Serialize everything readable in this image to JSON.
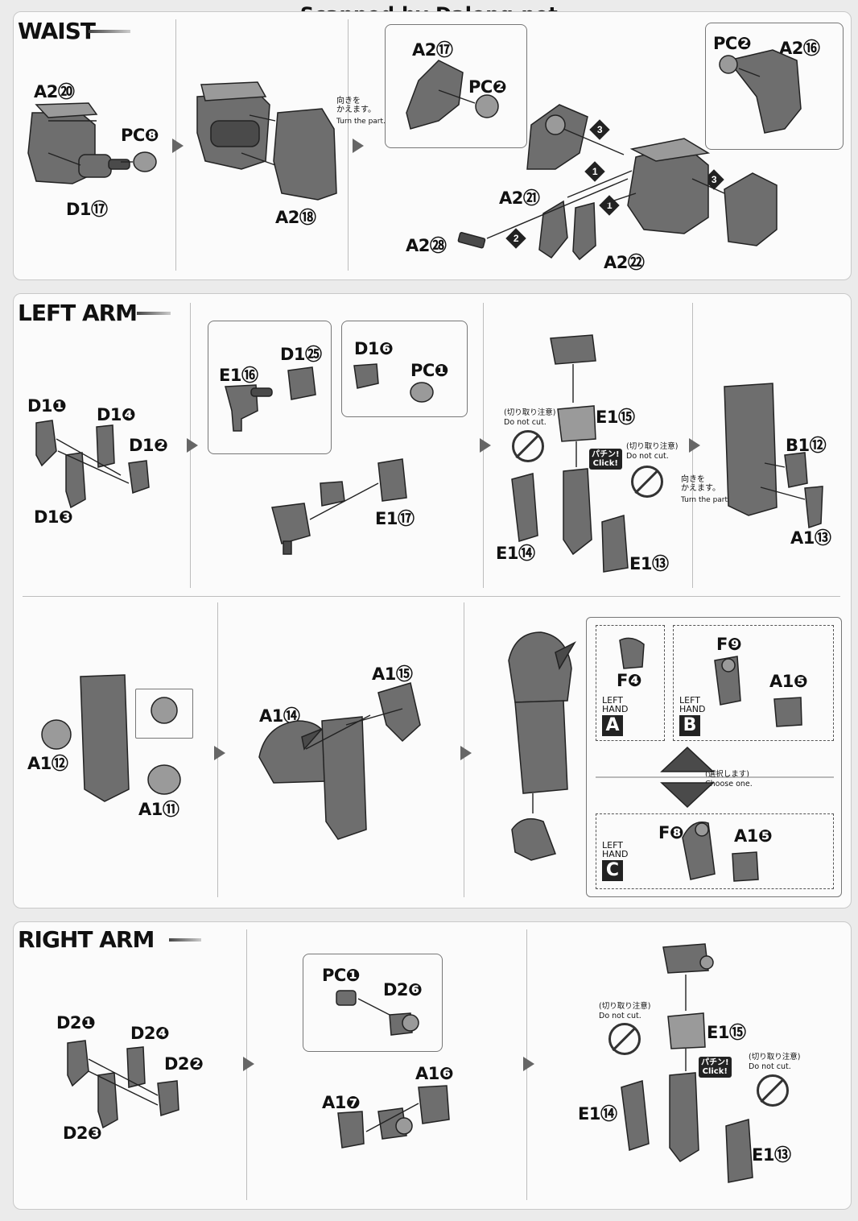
{
  "watermark": "Scanned by Dalong.net",
  "sections": {
    "waist": "WAIST",
    "left_arm": "LEFT ARM",
    "right_arm": "RIGHT ARM"
  },
  "waist": {
    "step1": {
      "labels": [
        "A2⑳",
        "PC❽",
        "D1⑰"
      ]
    },
    "step2": {
      "labels": [
        "A2⑱"
      ]
    },
    "turn_part_jp": "向きを\nかえます。",
    "turn_part_en": "Turn the part.",
    "step3": {
      "callout_left": [
        "A2⑰",
        "PC❷"
      ],
      "callout_right": [
        "PC❷",
        "A2⑯"
      ],
      "labels": [
        "A2㉑",
        "A2㉘",
        "A2㉒"
      ],
      "order": [
        "3",
        "1",
        "3",
        "1",
        "2"
      ]
    }
  },
  "left_arm": {
    "step1": {
      "labels": [
        "D1❶",
        "D1❹",
        "D1❷",
        "D1❸"
      ]
    },
    "step2": {
      "callout_left": [
        "D1㉕",
        "E1⑯"
      ],
      "callout_right": [
        "D1❻",
        "PC❶"
      ],
      "labels": [
        "E1⑰"
      ]
    },
    "step3": {
      "labels": [
        "E1⑮",
        "E1⑭",
        "E1⑬"
      ],
      "do_not_cut_jp": "(切り取り注意)",
      "do_not_cut_en": "Do not cut.",
      "click_jp": "パチン!",
      "click_en": "Click!"
    },
    "step4": {
      "labels": [
        "B1⑫",
        "A1⑬"
      ],
      "turn_part_jp": "向きを\nかえます。",
      "turn_part_en": "Turn the part."
    },
    "step5": {
      "labels": [
        "A1⑫",
        "A1⑪"
      ]
    },
    "step6": {
      "labels": [
        "A1⑮",
        "A1⑭"
      ]
    },
    "step7": {
      "hand_a": {
        "labels": [
          "F❹"
        ],
        "hand": "LEFT\nHAND",
        "letter": "A"
      },
      "hand_b": {
        "labels": [
          "F❾",
          "A1❺"
        ],
        "hand": "LEFT\nHAND",
        "letter": "B"
      },
      "hand_c": {
        "labels": [
          "F❽",
          "A1❺"
        ],
        "hand": "LEFT\nHAND",
        "letter": "C"
      },
      "choose_jp": "(選択します)",
      "choose_en": "Choose one."
    }
  },
  "right_arm": {
    "step1": {
      "labels": [
        "D2❶",
        "D2❹",
        "D2❷",
        "D2❸"
      ]
    },
    "step2": {
      "callout": [
        "PC❶",
        "D2❻"
      ],
      "labels": [
        "A1❻",
        "A1❼"
      ]
    },
    "step3": {
      "labels": [
        "E1⑮",
        "E1⑭",
        "E1⑬"
      ],
      "do_not_cut_jp": "(切り取り注意)",
      "do_not_cut_en": "Do not cut.",
      "click_jp": "パチン!",
      "click_en": "Click!"
    }
  }
}
